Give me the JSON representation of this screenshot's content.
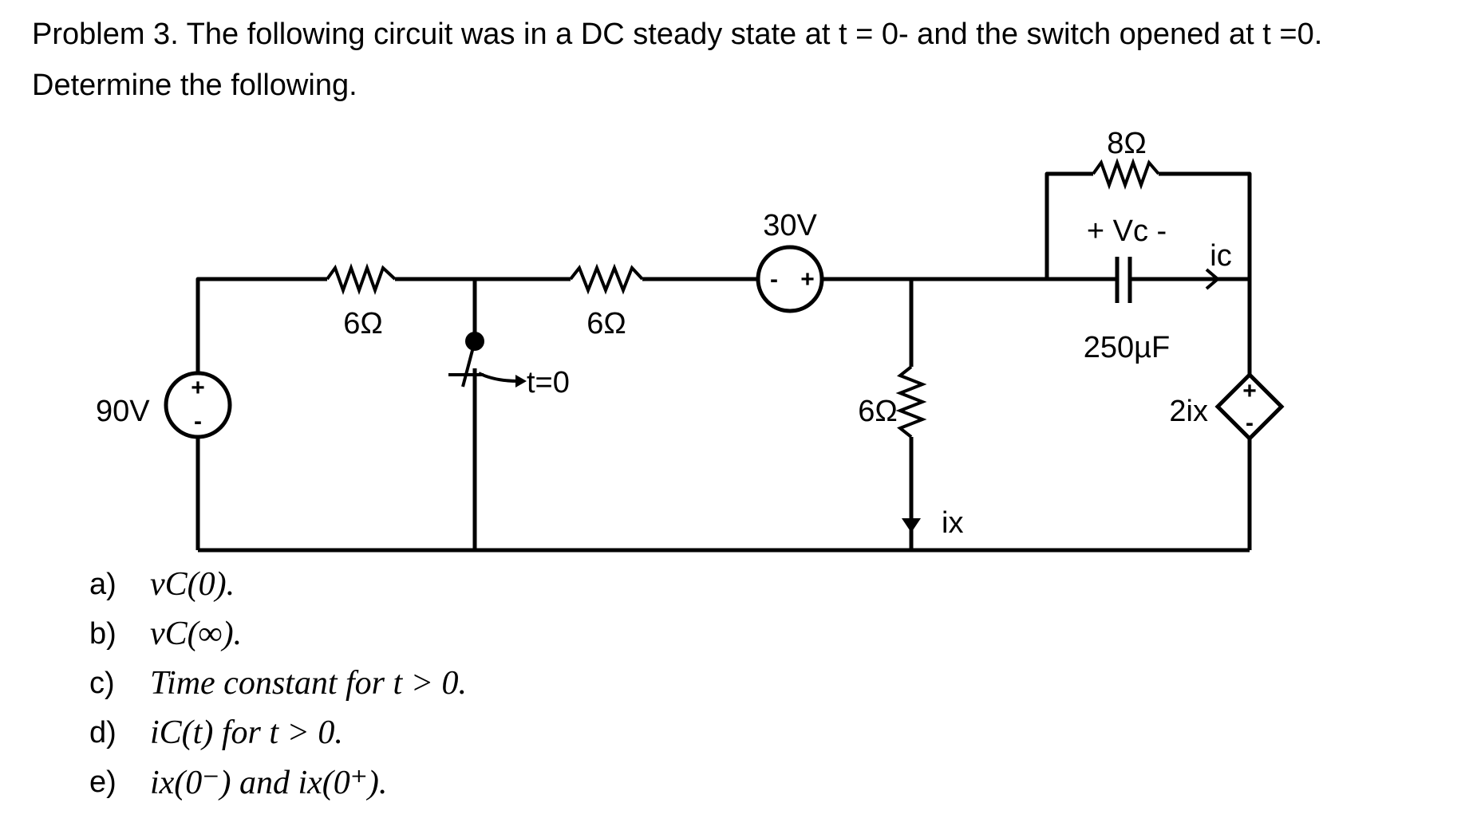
{
  "statement": {
    "line1": "Problem 3. The following circuit was in a DC steady state at t = 0- and the switch opened at t =0.",
    "line2": "Determine the following."
  },
  "circuit": {
    "source_90v": "90V",
    "r_left": "6Ω",
    "r_mid": "6Ω",
    "source_30v": "30V",
    "r_shunt": "6Ω",
    "r_8": "8Ω",
    "vc_label": "+ Vc -",
    "cap_value": "250µF",
    "ic_label": "ic",
    "dep_source": "2ix",
    "ix_label": "ix",
    "switch_label": "t=0",
    "plus": "+",
    "minus": "-"
  },
  "questions": [
    {
      "label": "a)",
      "text": "vC(0)."
    },
    {
      "label": "b)",
      "text": "vC(∞)."
    },
    {
      "label": "c)",
      "text": "Time constant for t > 0."
    },
    {
      "label": "d)",
      "text": "iC(t) for t > 0."
    },
    {
      "label": "e)",
      "text": "ix(0⁻) and ix(0⁺)."
    }
  ]
}
